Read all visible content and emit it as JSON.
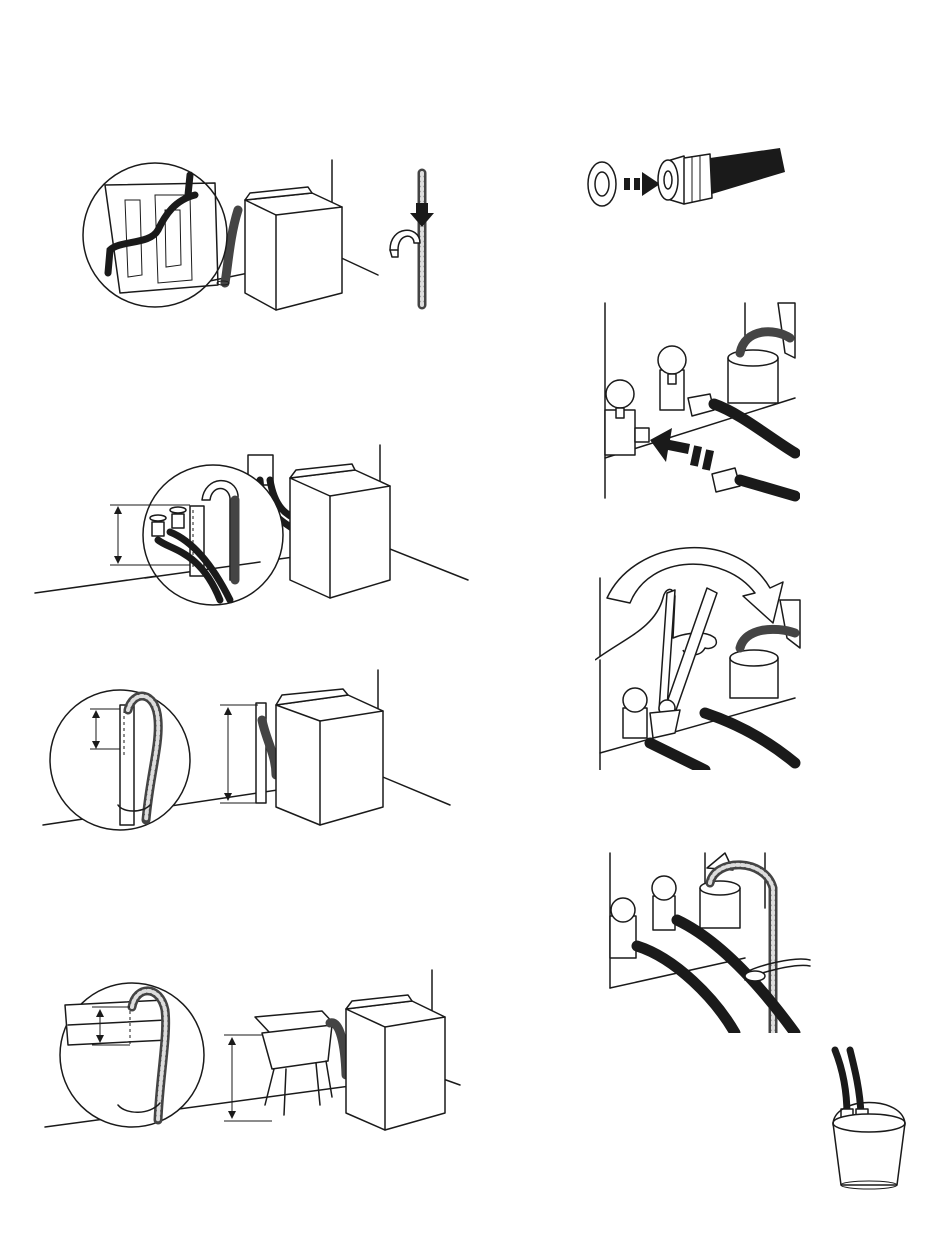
{
  "page": {
    "background": "#ffffff",
    "ink": "#1a1a1a"
  },
  "figures": [
    {
      "id": "drain-hose-removal",
      "icons": [
        "washer-back-panel-icon",
        "washer-icon",
        "drain-hose-form-icon",
        "arrow-down-icon"
      ]
    },
    {
      "id": "coupling-washer-insert",
      "icons": [
        "rubber-washer-icon",
        "inlet-hose-coupling-icon",
        "arrow-right-icon"
      ]
    },
    {
      "id": "standpipe-drain",
      "icons": [
        "standpipe-icon",
        "washer-icon",
        "height-dimension-icon"
      ]
    },
    {
      "id": "hose-to-faucet-attach",
      "icons": [
        "faucet-valve-icon",
        "inlet-hose-icon",
        "arrow-left-icon"
      ]
    },
    {
      "id": "floor-drain",
      "icons": [
        "drain-pipe-icon",
        "washer-icon",
        "height-dimension-icon"
      ]
    },
    {
      "id": "pliers-tightening",
      "icons": [
        "hand-icon",
        "pliers-icon",
        "curved-arrow-icon"
      ]
    },
    {
      "id": "laundry-tub-drain",
      "icons": [
        "laundry-tub-icon",
        "washer-icon",
        "height-dimension-icon"
      ]
    },
    {
      "id": "hose-strap-secure",
      "icons": [
        "faucet-valve-icon",
        "cable-tie-icon",
        "drain-hose-icon"
      ]
    },
    {
      "id": "flush-hoses-bucket",
      "icons": [
        "bucket-icon",
        "inlet-hose-icon"
      ]
    }
  ]
}
